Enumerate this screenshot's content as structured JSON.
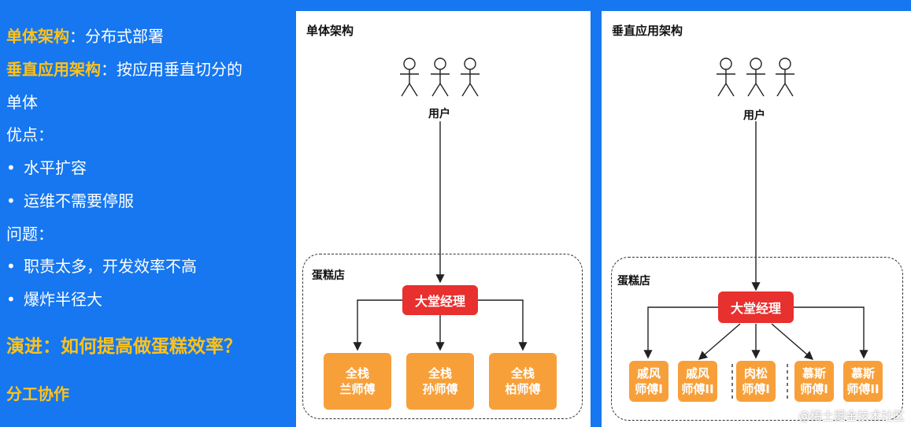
{
  "left": {
    "line1_label": "单体架构",
    "line1_text": "：分布式部署",
    "line2_label": "垂直应用架构",
    "line2_text": "：按应用垂直切分的",
    "line3_text": "单体",
    "pros_label": "优点：",
    "pros": [
      "水平扩容",
      "运维不需要停服"
    ],
    "cons_label": "问题：",
    "cons": [
      "职责太多，开发效率不高",
      "爆炸半径大"
    ],
    "evolution": "演进：如何提高做蛋糕效率？",
    "division": "分工协作",
    "bullet": "•"
  },
  "diagram1": {
    "title": "单体架构",
    "user_label": "用户",
    "store_label": "蛋糕店",
    "manager": "大堂经理",
    "chefs": [
      {
        "line1": "全栈",
        "line2": "兰师傅"
      },
      {
        "line1": "全栈",
        "line2": "孙师傅"
      },
      {
        "line1": "全栈",
        "line2": "柏师傅"
      }
    ]
  },
  "diagram2": {
    "title": "垂直应用架构",
    "user_label": "用户",
    "store_label": "蛋糕店",
    "manager": "大堂经理",
    "chefs": [
      {
        "line1": "戚风",
        "line2": "师傅I"
      },
      {
        "line1": "戚风",
        "line2": "师傅II"
      },
      {
        "line1": "肉松",
        "line2": "师傅I"
      },
      {
        "line1": "慕斯",
        "line2": "师傅I"
      },
      {
        "line1": "慕斯",
        "line2": "师傅II"
      }
    ]
  },
  "watermark": "@稀土掘金技术社区",
  "colors": {
    "background": "#1677f0",
    "highlight": "#ffc21a",
    "manager_box": "#e8302e",
    "chef_box": "#f7a03a"
  }
}
